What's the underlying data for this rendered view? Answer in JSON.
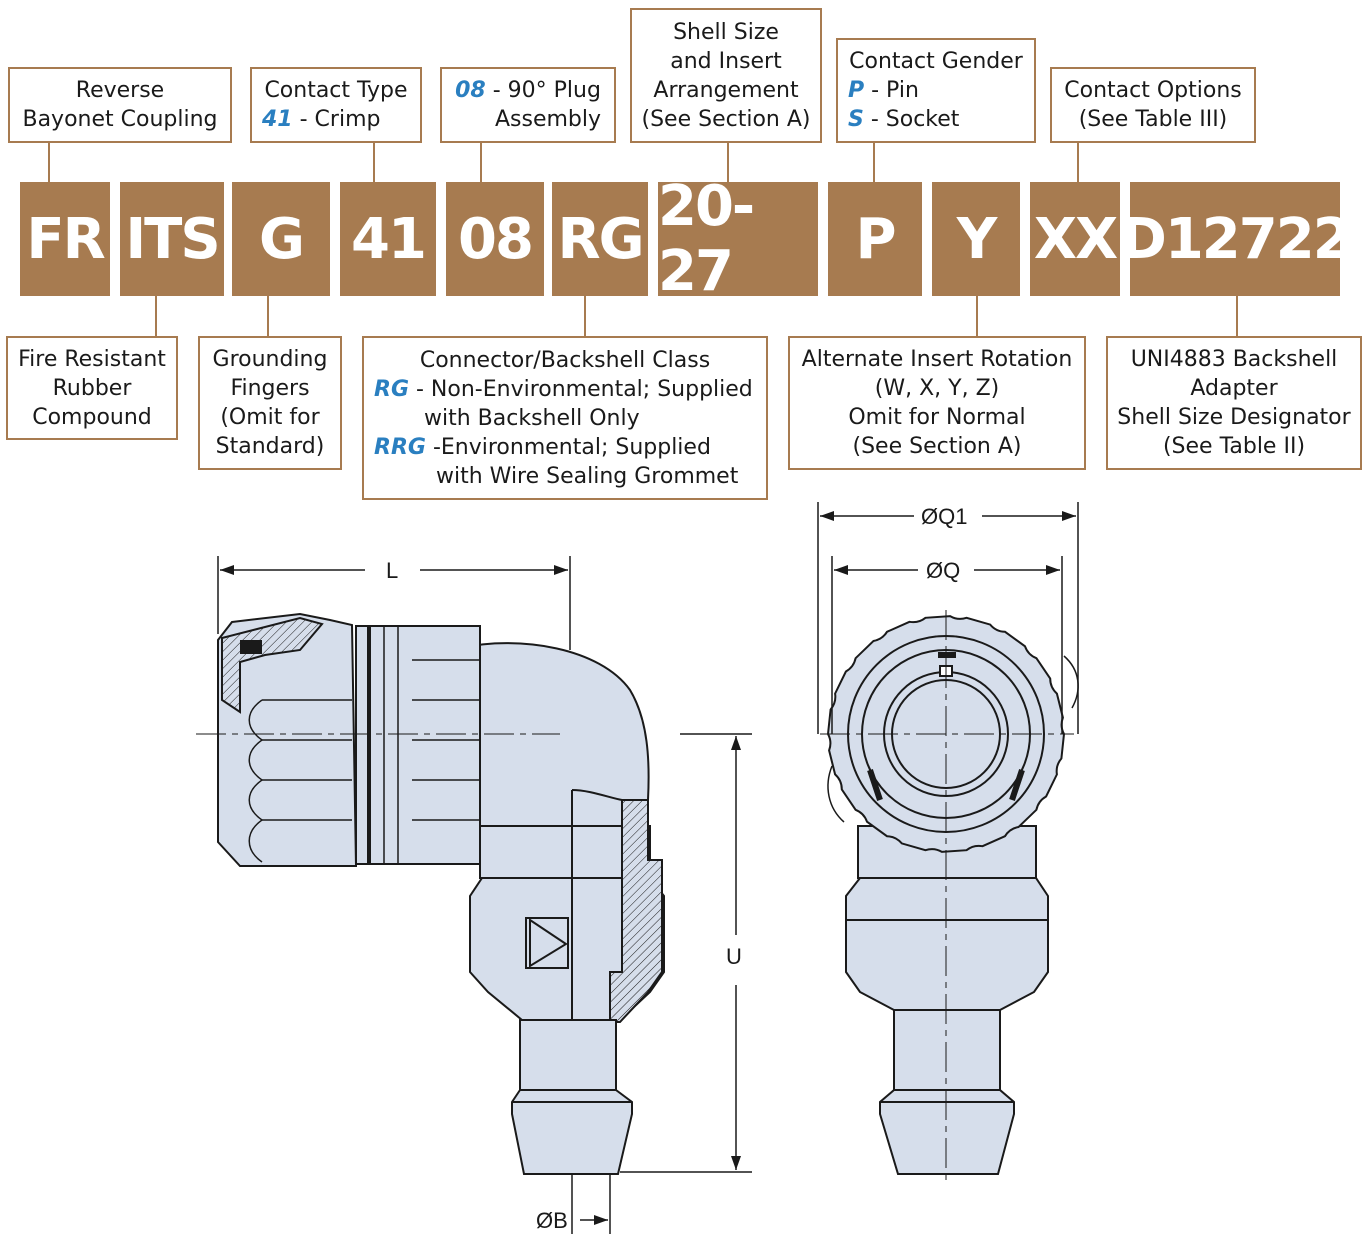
{
  "segments": [
    "FR",
    "ITS",
    "G",
    "41",
    "08",
    "RG",
    "20-27",
    "P",
    "Y",
    "XX",
    "D12722"
  ],
  "top_labels": {
    "coupling": [
      "Reverse",
      "Bayonet Coupling"
    ],
    "contact_type": {
      "title": "Contact Type",
      "code": "41",
      "desc": " - Crimp"
    },
    "plug": {
      "code": "08",
      "desc": " - 90° Plug",
      "line2": "Assembly"
    },
    "shell": [
      "Shell Size",
      "and Insert",
      "Arrangement",
      "(See Section A)"
    ],
    "gender": {
      "title": "Contact Gender",
      "p_code": "P",
      "p_desc": " - Pin",
      "s_code": "S",
      "s_desc": " - Socket"
    },
    "contact_options": [
      "Contact Options",
      "(See Table III)"
    ]
  },
  "bottom_labels": {
    "fire": [
      "Fire Resistant",
      "Rubber",
      "Compound"
    ],
    "grounding": [
      "Grounding",
      "Fingers",
      "(Omit for",
      "Standard)"
    ],
    "class": {
      "title": "Connector/Backshell Class",
      "rg_code": "RG",
      "rg_desc": " - Non-Environmental; Supplied",
      "rg_line2": "with Backshell Only",
      "rrg_code": "RRG",
      "rrg_desc": " -Environmental; Supplied",
      "rrg_line2": "with Wire Sealing Grommet"
    },
    "rotation": [
      "Alternate Insert Rotation",
      "(W, X, Y, Z)",
      "Omit for Normal",
      "(See Section A)"
    ],
    "adapter": [
      "UNI4883 Backshell",
      "Adapter",
      "Shell Size Designator",
      "(See Table II)"
    ]
  },
  "dimensions": {
    "L": "L",
    "U": "U",
    "B": "ØB",
    "Q": "ØQ",
    "Q1": "ØQ1"
  },
  "colors": {
    "brand": "#a77b50",
    "code": "#2a7fc0",
    "part_fill": "#d6deeb",
    "line": "#1a1a1a"
  }
}
